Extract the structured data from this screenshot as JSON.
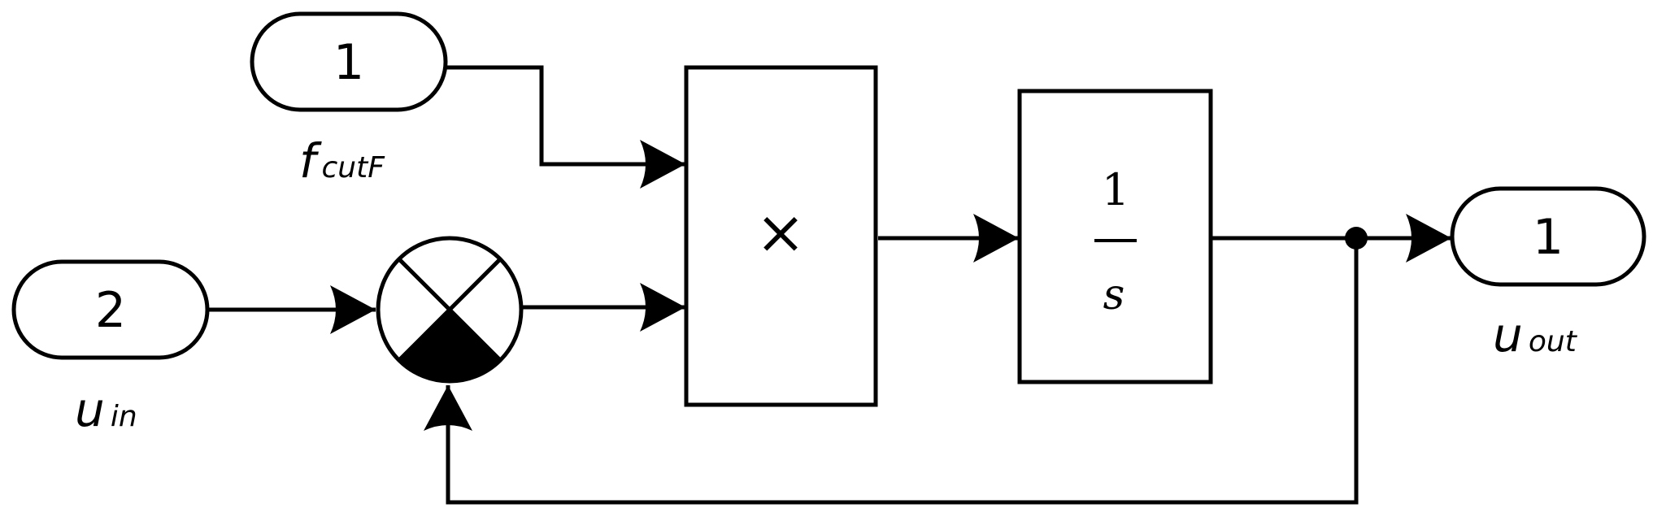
{
  "inports": [
    {
      "number": "1",
      "label": "f",
      "subscript": "cutF"
    },
    {
      "number": "2",
      "label": "u",
      "subscript": "in"
    }
  ],
  "outport": {
    "number": "1",
    "label": "u",
    "subscript": "out"
  },
  "product_block": {
    "symbol": "×"
  },
  "integrator_block": {
    "numerator": "1",
    "denominator": "s"
  }
}
